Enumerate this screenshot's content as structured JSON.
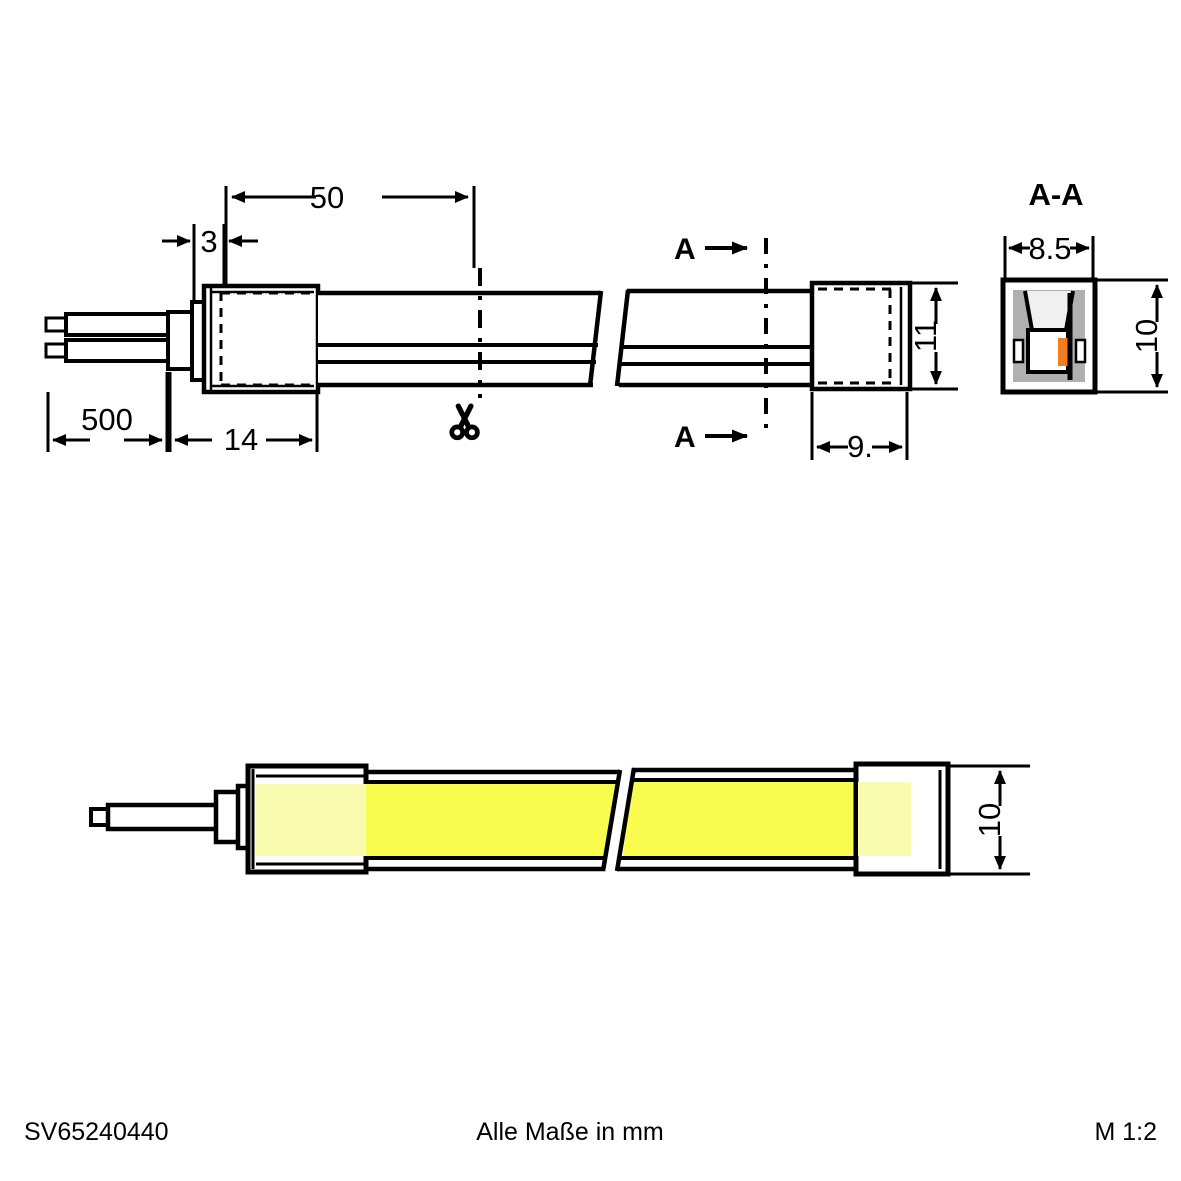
{
  "drawing": {
    "title": "LED strip technical drawing",
    "views": [
      {
        "name": "top-view",
        "label": ""
      },
      {
        "name": "section-view",
        "label": "A-A"
      },
      {
        "name": "front-view",
        "label": ""
      }
    ]
  },
  "section_label": "A-A",
  "section_marks": {
    "upper": "A",
    "lower": "A"
  },
  "dimensions": {
    "lead_length": "500",
    "cap_length": "14",
    "gap": "3",
    "pitch": "50",
    "end_cap": "9.",
    "height_top": "11",
    "section_width": "8.5",
    "section_height": "10",
    "front_height": "10"
  },
  "footer": {
    "part_number": "SV65240440",
    "units_note": "Alle Maße in mm",
    "scale": "M 1:2"
  },
  "icons": {
    "scissors": "scissors-icon",
    "arrow": "arrow-icon"
  },
  "colors": {
    "line": "#000000",
    "body_gray": "#b0b0b0",
    "light_gray": "#f0f0f0",
    "orange": "#f07d20",
    "yellow": "#f7fc4e",
    "pale_yellow": "#f9fbb0",
    "white": "#ffffff"
  }
}
